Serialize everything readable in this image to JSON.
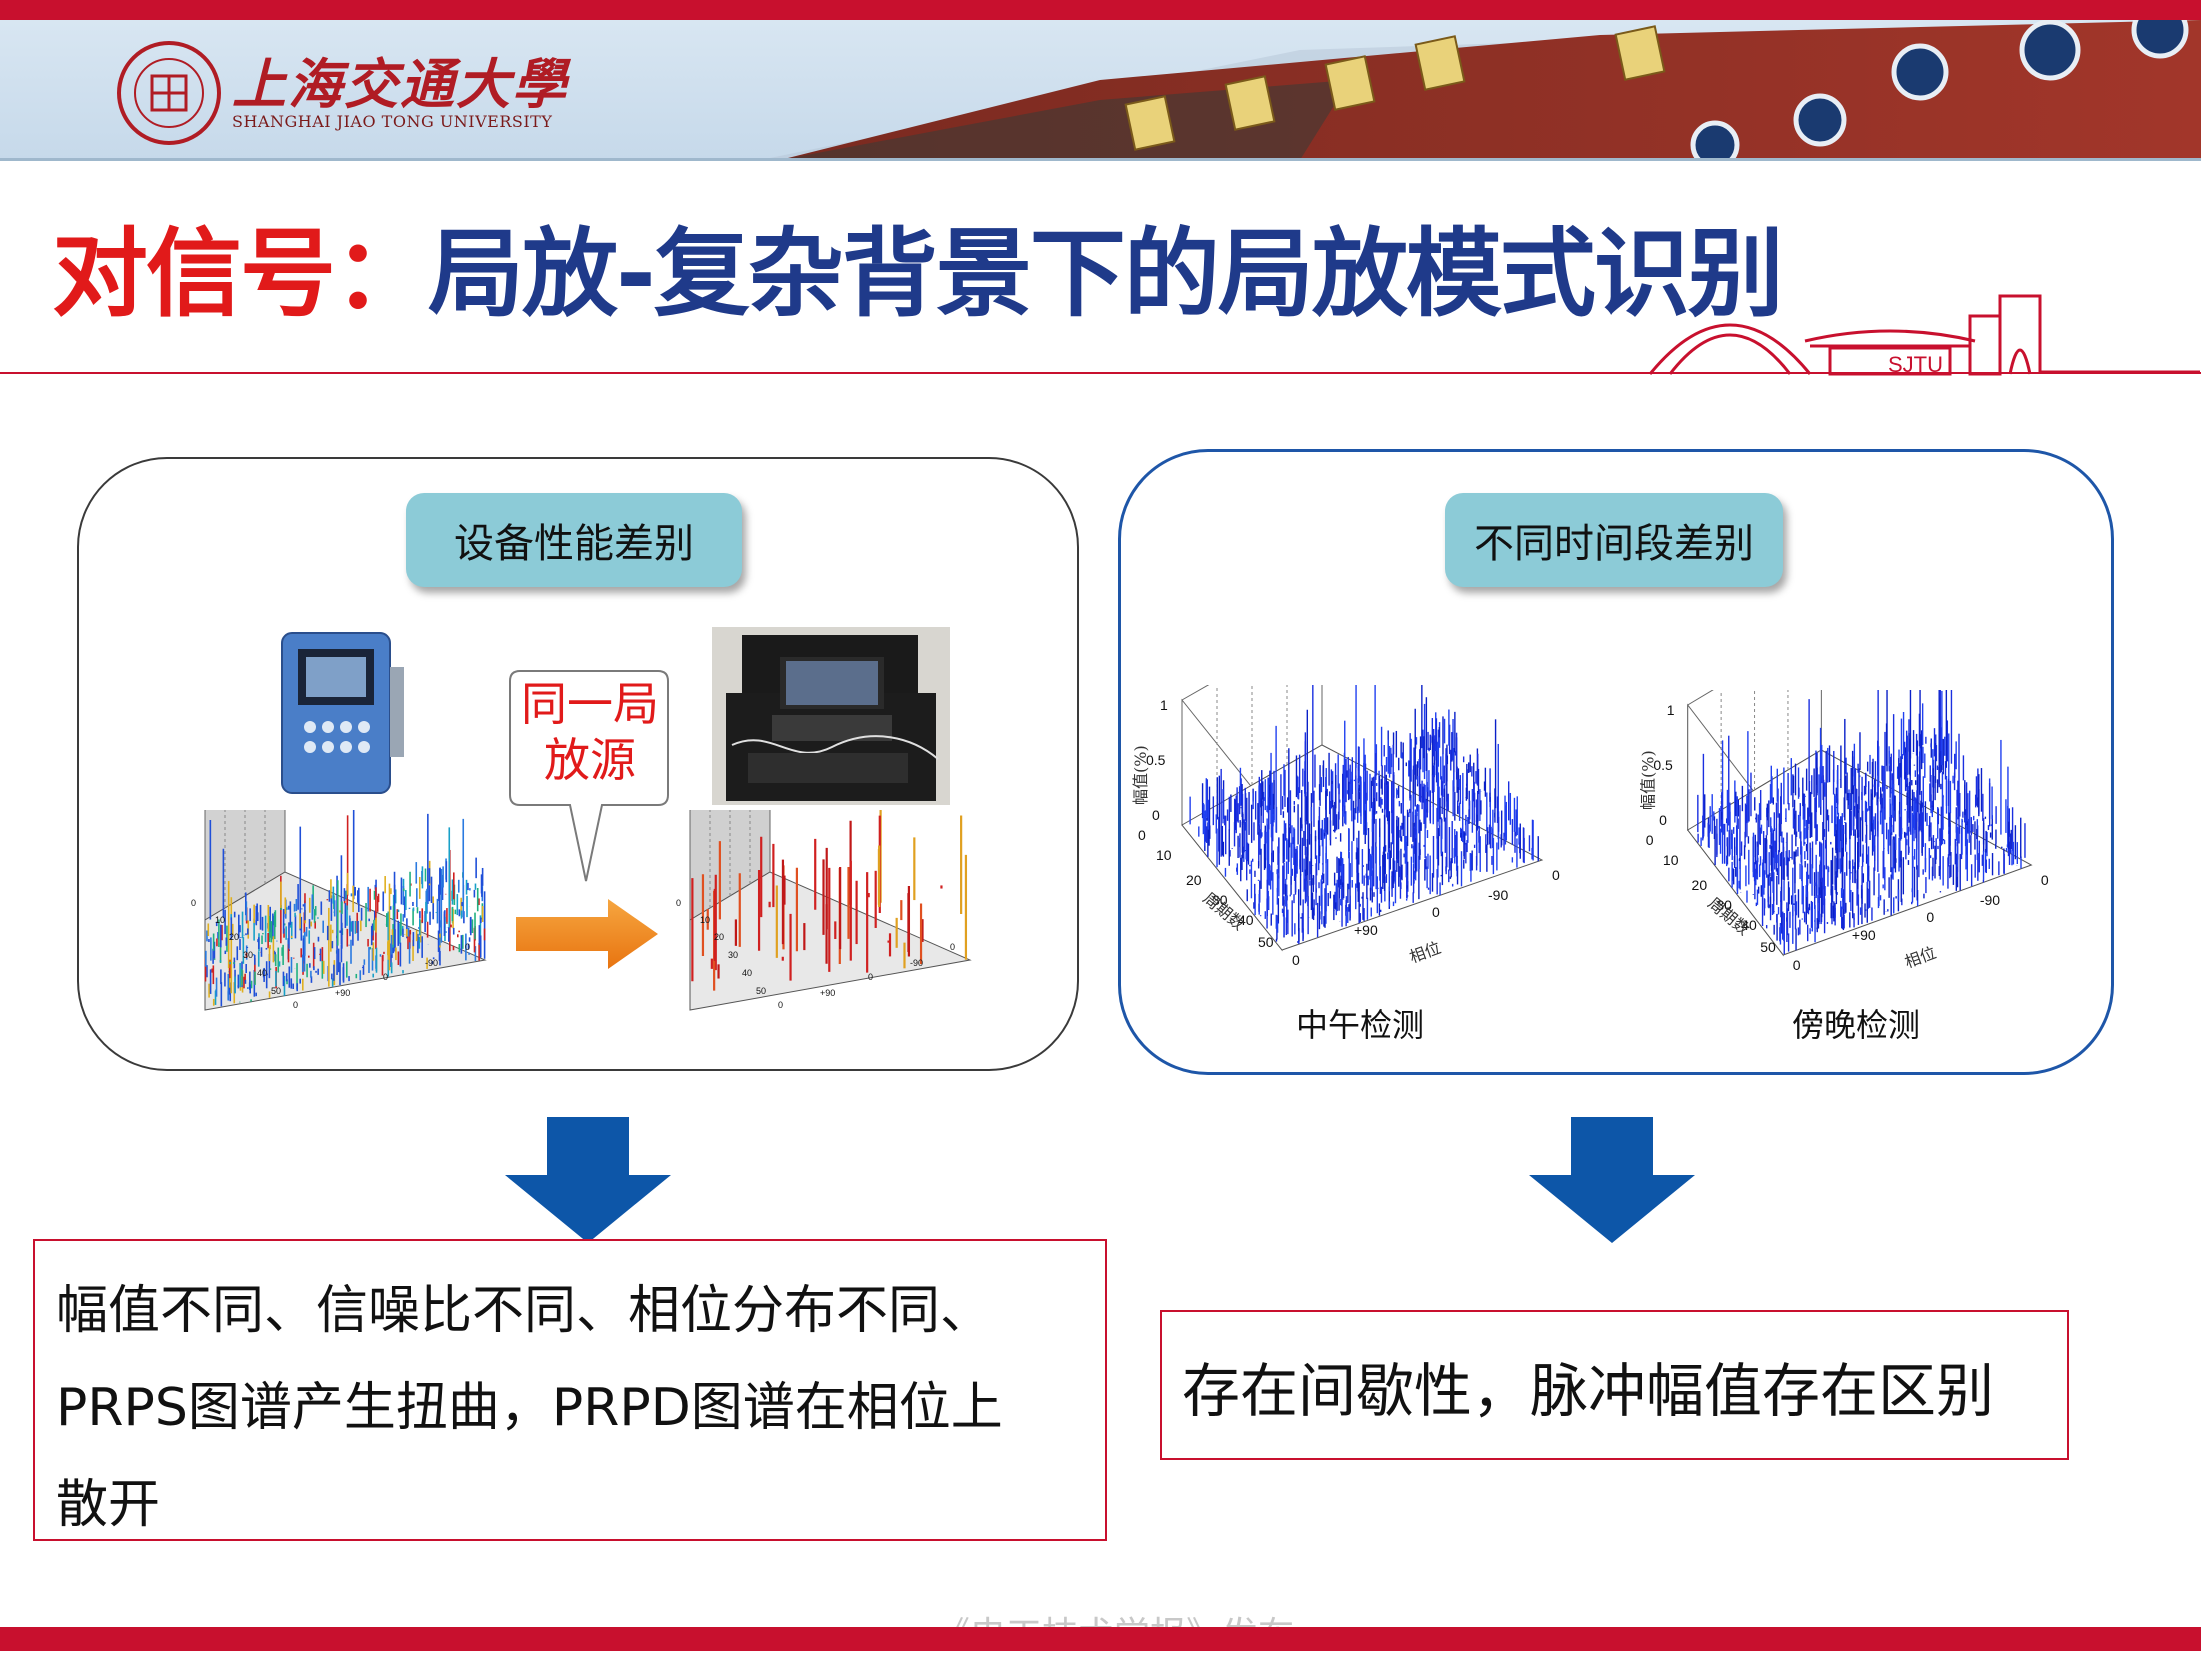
{
  "header": {
    "university_cn": "上海交通大學",
    "university_en": "SHANGHAI JIAO TONG UNIVERSITY",
    "logo_icon": "sjtu-seal-icon",
    "sketch_text": "SJTU"
  },
  "title": {
    "part1": "对信号：",
    "part2": "局放-复杂背景下的局放模式识别"
  },
  "left_panel": {
    "pill_label": "设备性能差别",
    "callout_text_line1": "同一局",
    "callout_text_line2": "放源",
    "plot_axis_ticks_left": [
      "0",
      "10",
      "20",
      "30",
      "40",
      "50",
      "0",
      "+90",
      "0",
      "-90",
      "0"
    ],
    "plot_axis_ticks_right": [
      "0",
      "10",
      "20",
      "30",
      "40",
      "50",
      "0",
      "+90",
      "0",
      "-90",
      "0"
    ]
  },
  "right_panel": {
    "pill_label": "不同时间段差别",
    "plot1": {
      "caption": "中午检测",
      "ylabel": "幅值(%)",
      "xlabel": "相位",
      "zlabel": "周期数",
      "y_ticks": [
        "1",
        "0.5",
        "0"
      ],
      "z_ticks": [
        "0",
        "10",
        "20",
        "30",
        "40",
        "50"
      ],
      "x_ticks": [
        "0",
        "+90",
        "0",
        "-90",
        "0"
      ]
    },
    "plot2": {
      "caption": "傍晚检测",
      "ylabel": "幅值(%)",
      "xlabel": "相位",
      "zlabel": "周期数",
      "y_ticks": [
        "1",
        "0.5",
        "0"
      ],
      "z_ticks": [
        "0",
        "10",
        "20",
        "30",
        "40",
        "50"
      ],
      "x_ticks": [
        "0",
        "+90",
        "0",
        "-90",
        "0"
      ]
    }
  },
  "results": {
    "left_line1": "幅值不同、信噪比不同、相位分布不同、",
    "left_line2": "PRPS图谱产生扭曲，PRPD图谱在相位上",
    "left_line3": "散开",
    "right": "存在间歇性，脉冲幅值存在区别"
  },
  "footer": {
    "text": "《电工技术学报》发布"
  },
  "colors": {
    "red": "#c8102e",
    "title_red": "#e11a1a",
    "title_blue": "#1f3a8a",
    "pill": "#8ccbd7",
    "panel_border_right": "#1e56a8",
    "arrow_blue": "#0d56a8",
    "arrow_orange": "#f28a1a"
  }
}
